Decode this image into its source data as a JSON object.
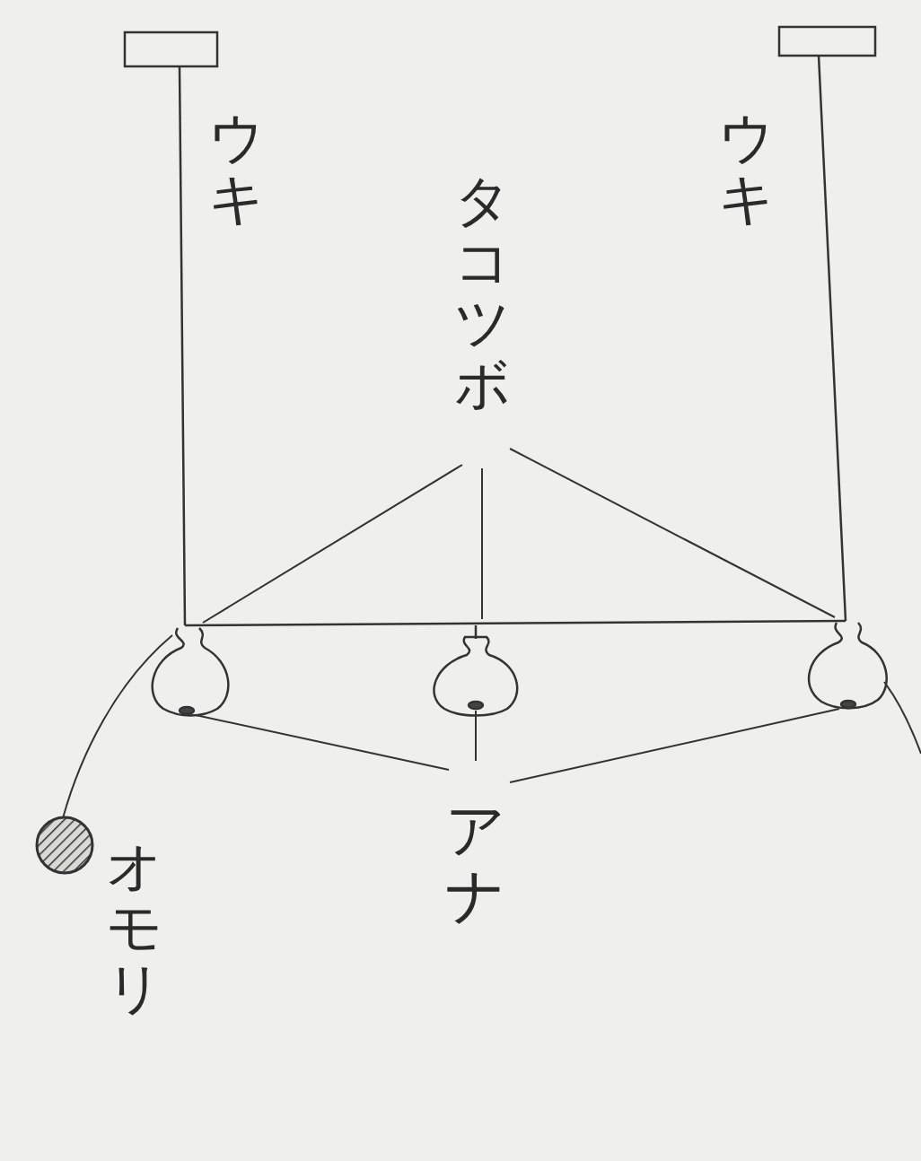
{
  "diagram": {
    "labels": [
      "ウキ",
      "ウキ",
      "タコツボ",
      "アナ",
      "オモリ"
    ]
  }
}
